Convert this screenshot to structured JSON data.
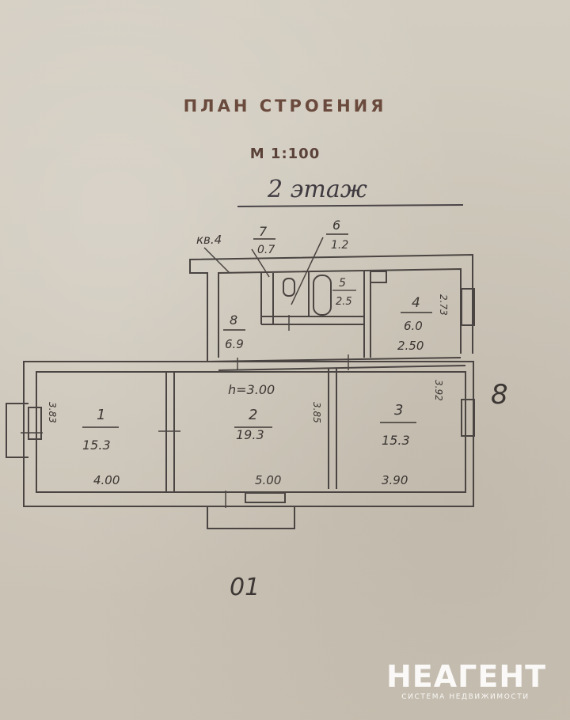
{
  "header": {
    "title": "ПЛАН СТРОЕНИЯ",
    "scale": "М 1:100",
    "floor": "2 этаж"
  },
  "plan": {
    "apartment_label": "кв.4",
    "ceiling_height": "h=3.00",
    "rooms": [
      {
        "number": "1",
        "area": "15.3",
        "width": "4.00",
        "depth": "3.83"
      },
      {
        "number": "2",
        "area": "19.3",
        "width": "5.00",
        "depth": "3.85"
      },
      {
        "number": "3",
        "area": "15.3",
        "width": "3.90",
        "depth": "3.92"
      },
      {
        "number": "4",
        "area": "6.0",
        "width": "2.50",
        "depth": "2.73"
      },
      {
        "number": "5",
        "area": "2.5"
      },
      {
        "number": "6",
        "area": "1.2"
      },
      {
        "number": "7",
        "area": "0.7"
      },
      {
        "number": "8",
        "area": "6.9"
      }
    ],
    "handwritten_marks": [
      "8",
      "01"
    ]
  },
  "watermark": {
    "name": "НЕАГЕНТ",
    "tagline": "СИСТЕМА НЕДВИЖИМОСТИ",
    "color": "#ffffff"
  }
}
